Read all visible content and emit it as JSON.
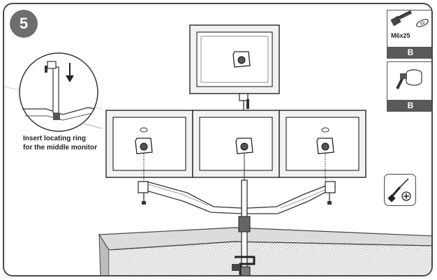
{
  "step": {
    "number": "5"
  },
  "instruction": {
    "line1": "Insert locating ring",
    "line2": "for the middle monitor"
  },
  "parts": [
    {
      "size_label": "M6x25",
      "label": "B",
      "icon": "screw-and-washer-icon"
    },
    {
      "label": "B",
      "icon": "locating-ring-icon"
    }
  ],
  "tool": {
    "icon": "phillips-screwdriver-icon"
  },
  "colors": {
    "frame": "#4a4a4a",
    "badge": "#6e6e6e",
    "part_label_bg": "#595959",
    "monitor_fill": "#f2f2f2",
    "desk_fill": "#e6e6e6"
  }
}
